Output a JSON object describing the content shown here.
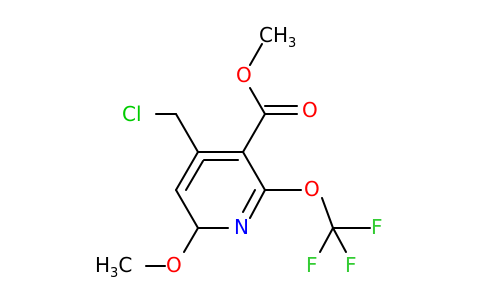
{
  "molecule": {
    "atoms": {
      "cl": {
        "label": "Cl",
        "color": "#00cc00"
      },
      "o_carbonyl": {
        "label": "O",
        "color": "#ff0000"
      },
      "o_ester": {
        "label": "O",
        "color": "#ff0000"
      },
      "ch3_ester": {
        "label": "CH",
        "sub": "3",
        "color": "#000000"
      },
      "n_ring": {
        "label": "N",
        "color": "#0000ff"
      },
      "o_ocf3": {
        "label": "O",
        "color": "#ff0000"
      },
      "f1": {
        "label": "F",
        "color": "#33cc33"
      },
      "f2": {
        "label": "F",
        "color": "#33cc33"
      },
      "f3": {
        "label": "F",
        "color": "#33cc33"
      },
      "o_methoxy": {
        "label": "O",
        "color": "#ff0000"
      },
      "h3c_methoxy": {
        "label": "H",
        "sub": "3",
        "tail": "C",
        "color": "#000000"
      }
    },
    "bond_color": "#000000"
  }
}
